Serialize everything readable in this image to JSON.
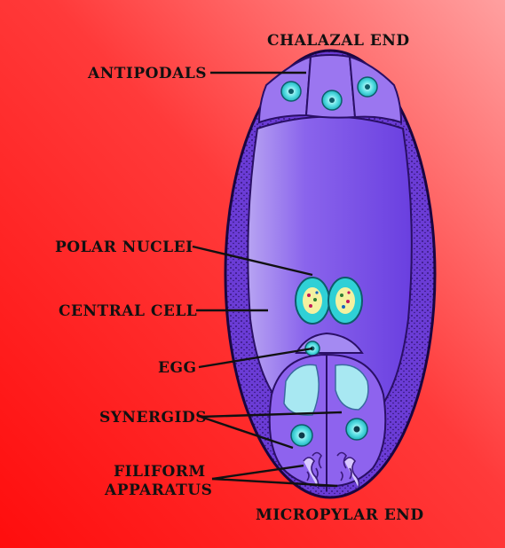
{
  "labels": {
    "chalazal_end": "CHALAZAL END",
    "antipodals": "ANTIPODALS",
    "polar_nuclei": "POLAR NUCLEI",
    "central_cell": "CENTRAL CELL",
    "egg": "EGG",
    "synergids": "SYNERGIDS",
    "filiform_line1": "FILIFORM",
    "filiform_line2": "APPARATUS",
    "micropylar_end": "MICROPYLAR END"
  },
  "colors": {
    "background_left": "#ff1a1a",
    "background_right": "#ff8a8a",
    "sac_wall": "#5a2db8",
    "sac_inner": "#7a4ee6",
    "cell_fill": "#8c63ee",
    "nucleus": "#3ad1d6",
    "label_text": "#111111"
  }
}
